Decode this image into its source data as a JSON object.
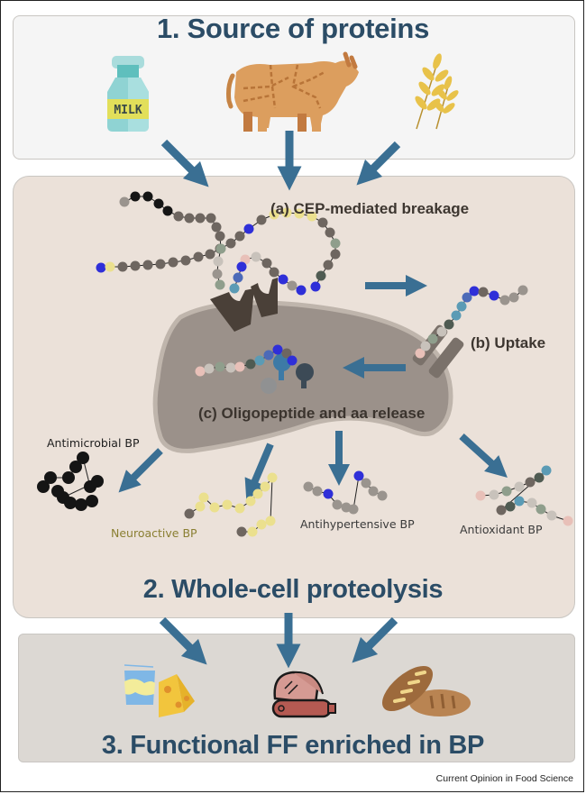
{
  "sections": {
    "source": {
      "title": "1. Source of proteins",
      "icons": [
        "milk-bottle",
        "cow",
        "wheat"
      ],
      "milk_label": "MILK"
    },
    "proteolysis": {
      "title": "2. Whole-cell proteolysis",
      "steps": {
        "a": "(a) CEP-mediated breakage",
        "b": "(b) Uptake",
        "c": "(c) Oligopeptide and aa release"
      },
      "bioactive_peptides": {
        "antimicrobial": "Antimicrobial BP",
        "neuroactive": "Neuroactive BP",
        "antihypertensive": "Antihypertensive BP",
        "antioxidant": "Antioxidant BP"
      }
    },
    "functional_food": {
      "title": "3. Functional FF enriched in BP",
      "icons": [
        "yogurt-cheese",
        "ham-sausage",
        "bread"
      ]
    }
  },
  "credit": "Current Opinion in Food Science",
  "colors": {
    "title": "#2b4c66",
    "arrow": "#3a6f93",
    "cell": "#9a918a",
    "cell_border": "#b8aea6",
    "cep": "#4a4038"
  }
}
